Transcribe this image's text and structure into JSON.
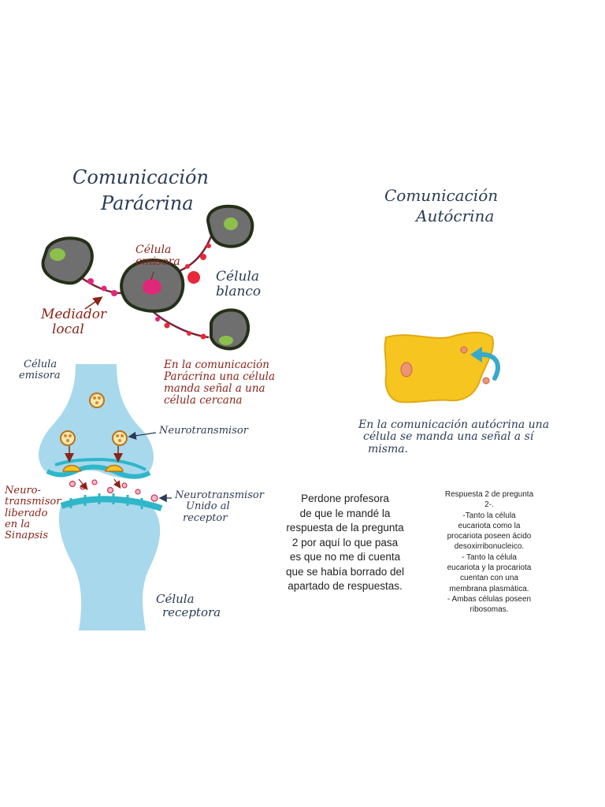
{
  "paracrine": {
    "title_line1": "Comunicación",
    "title_line2": "Parácrina",
    "label_emitter_line1": "Célula",
    "label_emitter_line2": "emisora",
    "label_target_line1": "Célula",
    "label_target_line2": "blanco",
    "label_mediator_line1": "Mediador",
    "label_mediator_line2": "local",
    "description": [
      "En la comunicación",
      "Parácrina una célula",
      "manda señal a una",
      "célula cercana"
    ]
  },
  "synapse": {
    "label_emitter_line1": "Célula",
    "label_emitter_line2": "emisora",
    "label_neurotransmitter": "Neurotransmisor",
    "label_released": [
      "Neuro-",
      "transmisor",
      "liberado",
      "en la",
      "Sinapsis"
    ],
    "label_bound": [
      "Neurotransmisor",
      "Unido al",
      "receptor"
    ],
    "label_receiver_line1": "Célula",
    "label_receiver_line2": "receptora"
  },
  "autocrine": {
    "title_line1": "Comunicación",
    "title_line2": "Autócrina",
    "description": [
      "En la comunicación autócrina una",
      "célula se manda una señal a sí",
      "misma."
    ]
  },
  "note": {
    "lines": [
      "Perdone profesora",
      "de que le mandé la",
      "respuesta de la pregunta",
      "2 por aquí lo que pasa",
      "es que no me di cuenta",
      "que se había borrado del",
      "apartado de respuestas."
    ]
  },
  "answer": {
    "lines": [
      "Respuesta 2 de pregunta",
      "2-.",
      "-Tanto la célula",
      "eucariota como la",
      "procariota poseen ácido",
      "desoxirribonucleico.",
      "- Tanto la célula",
      "eucariota y la procariota",
      "cuentan con una",
      "membrana plasmática.",
      "- Ambas células poseen",
      "ribosomas."
    ]
  },
  "colors": {
    "cell_gray": "#6f6f6f",
    "cell_outline": "#243018",
    "nucleus_green": "#8cc04a",
    "signal_pink": "#e0287a",
    "signal_red": "#e8283a",
    "synapse_blue": "#a8d8ec",
    "receptor_teal": "#2fb6c9",
    "autocrine_yellow": "#f7c51f",
    "arrow_cyan": "#37aacb",
    "text_blue": "#2a3b55",
    "text_maroon": "#8a2418"
  }
}
